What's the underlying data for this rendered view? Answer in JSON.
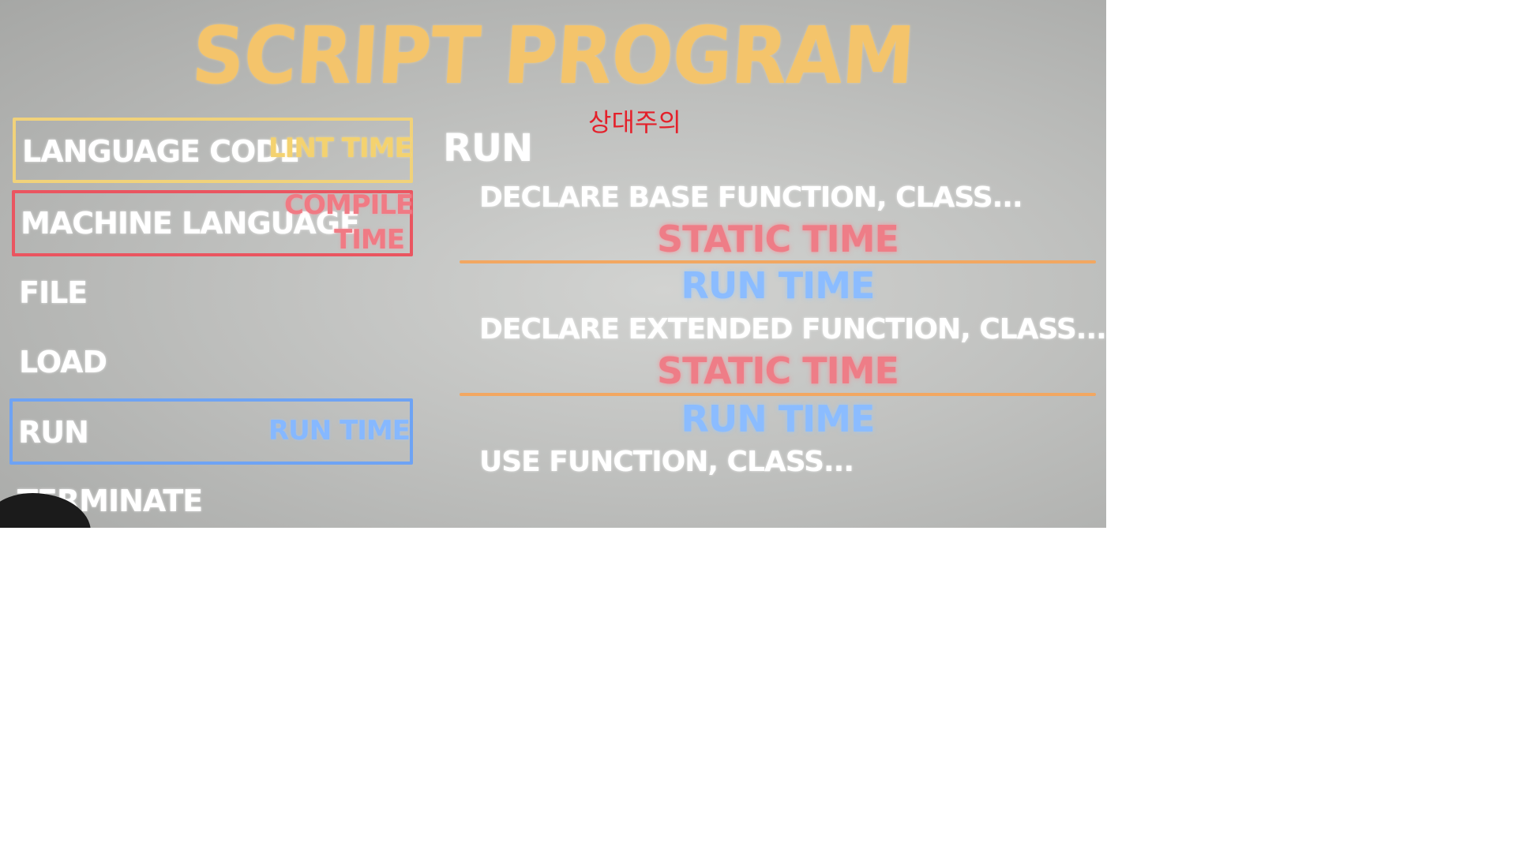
{
  "slide": {
    "title": "SCRIPT PROGRAM",
    "korean_note": "상대주의",
    "left_column": [
      {
        "label": "LANGUAGE CODE",
        "tag": "LINT TIME",
        "box_color": "#f1d27a"
      },
      {
        "label": "MACHINE LANGUAGE",
        "tag_line1": "COMPILE",
        "tag_line2": "TIME",
        "box_color": "#ea5560"
      },
      {
        "label": "FILE"
      },
      {
        "label": "LOAD"
      },
      {
        "label": "RUN",
        "tag": "RUN TIME",
        "box_color": "#6ea3f4"
      },
      {
        "label": "TERMINATE"
      }
    ],
    "right_column": {
      "heading": "RUN",
      "declare_base": "DECLARE BASE FUNCTION, CLASS...",
      "static_time_1": "STATIC TIME",
      "run_time_1": "RUN TIME",
      "declare_extended": "DECLARE EXTENDED FUNCTION, CLASS...",
      "static_time_2": "STATIC TIME",
      "run_time_2": "RUN TIME",
      "use_function": "USE FUNCTION, CLASS..."
    },
    "colors": {
      "title": "#f4c46b",
      "static_time": "#ee7d87",
      "run_time": "#8bbcff",
      "divider": "#f2a761",
      "korean_note": "#e4202a"
    }
  }
}
